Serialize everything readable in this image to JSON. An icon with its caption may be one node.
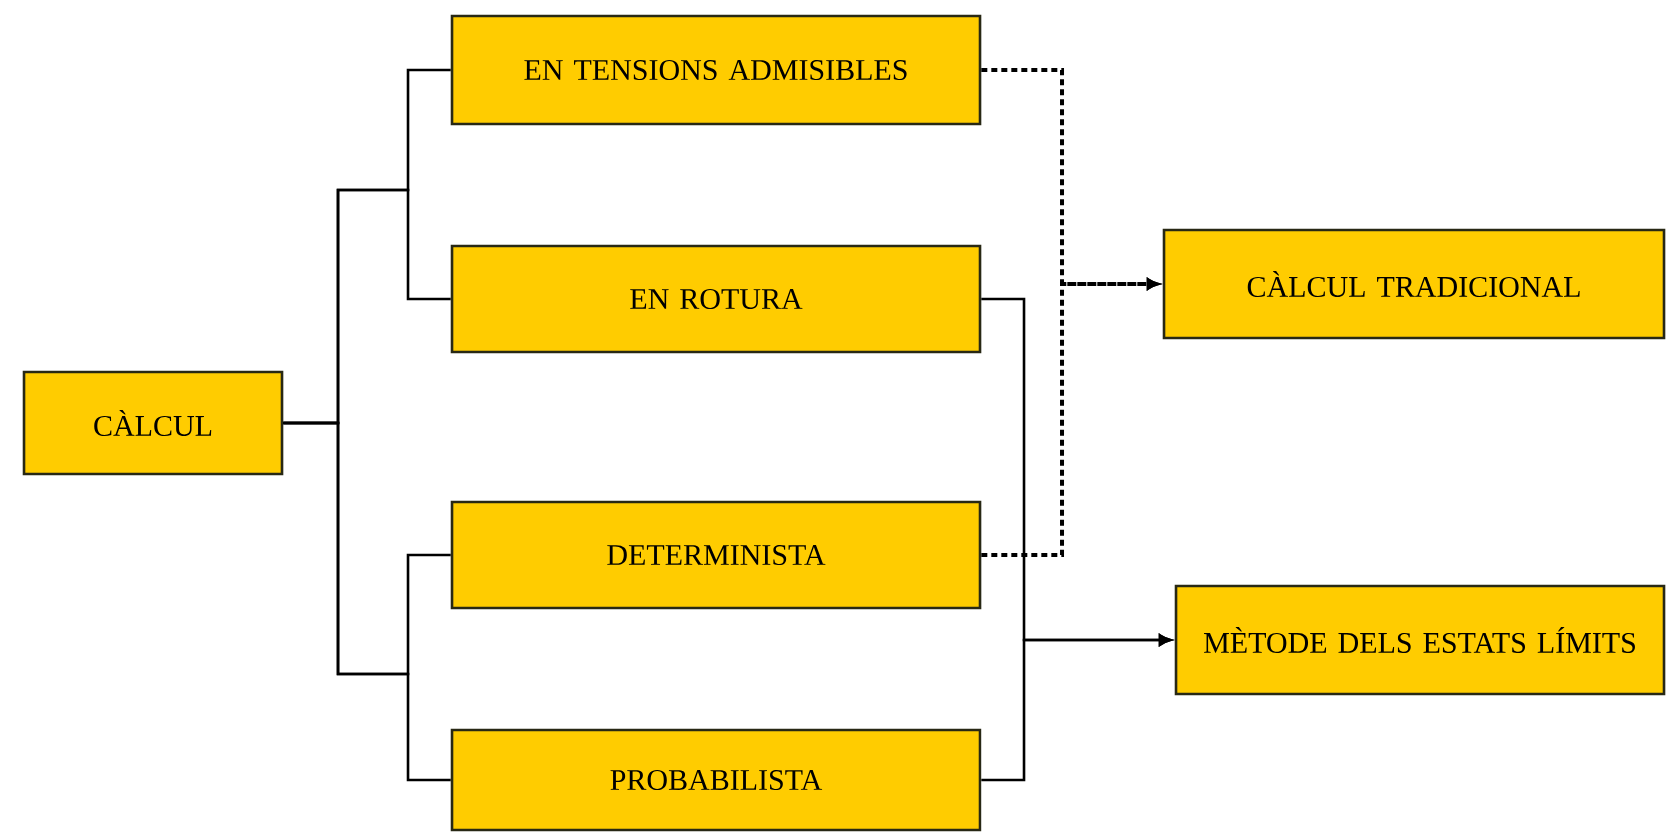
{
  "diagram": {
    "nodes": [
      {
        "text": [
          "CÀLCUL"
        ]
      },
      {
        "text": [
          "EN TENSIONS ADMISIBLES"
        ]
      },
      {
        "text": [
          "EN ROTURA"
        ]
      },
      {
        "text": [
          "DETERMINISTA"
        ]
      },
      {
        "text": [
          "PROBABILISTA"
        ]
      },
      {
        "text": [
          "CÀLCUL TRADICIONAL"
        ]
      },
      {
        "text": [
          "MÈTODE DELS ESTATS LÍMITS"
        ]
      }
    ],
    "edges": [
      {
        "from": 0,
        "to": 1,
        "arrow": "none"
      },
      {
        "from": 0,
        "to": 2,
        "arrow": "none"
      },
      {
        "from": 0,
        "to": 3,
        "arrow": "none"
      },
      {
        "from": 0,
        "to": 4,
        "arrow": "none"
      },
      {
        "from": 1,
        "to": 5,
        "arrow": "to",
        "style": "dashed"
      },
      {
        "from": 3,
        "to": 5,
        "arrow": "to",
        "style": "dashed"
      },
      {
        "from": 2,
        "to": 6,
        "arrow": "to"
      },
      {
        "from": 4,
        "to": 6,
        "arrow": "to"
      }
    ]
  }
}
